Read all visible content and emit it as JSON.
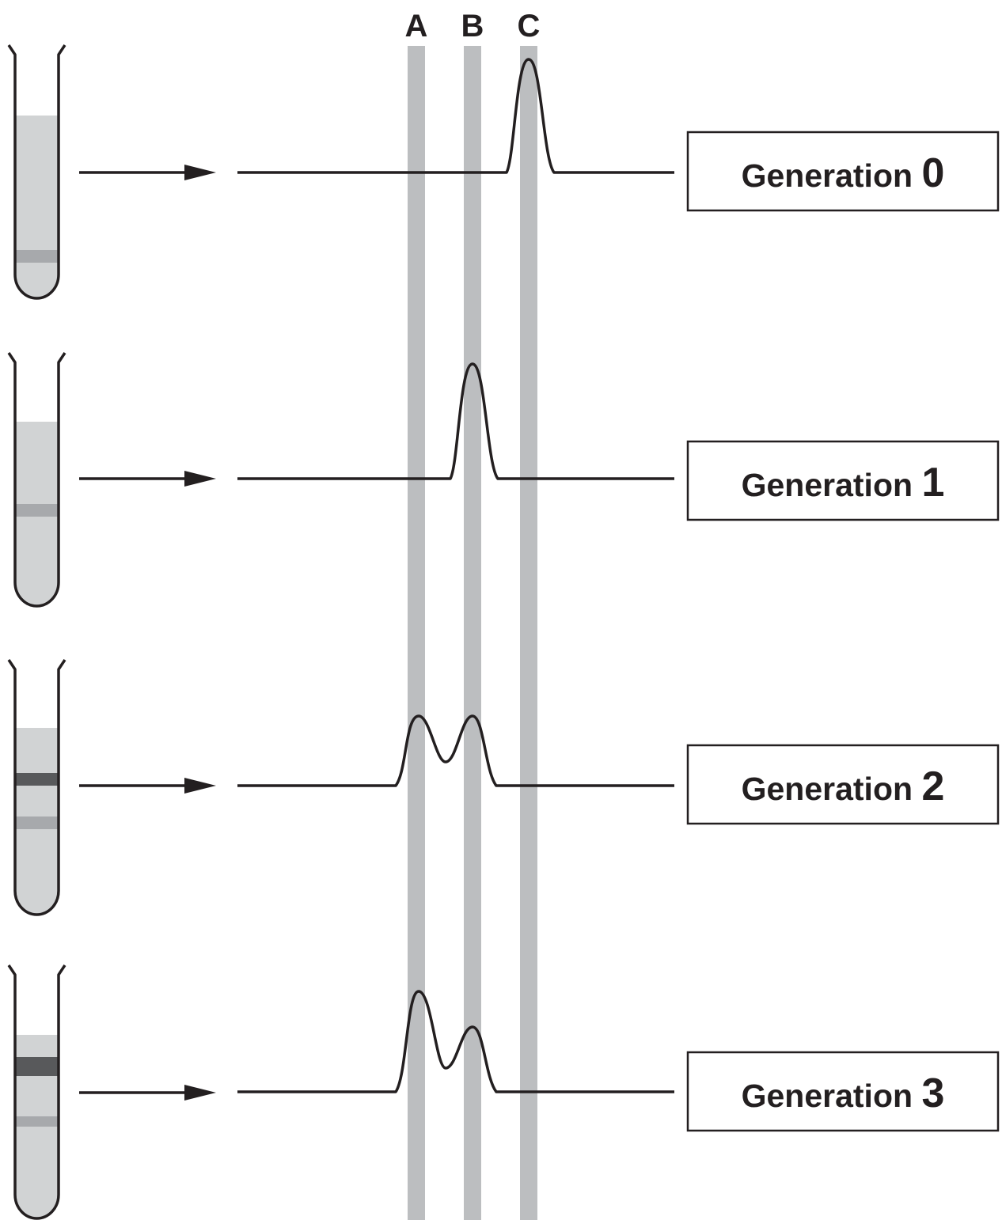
{
  "columns": [
    {
      "key": "A",
      "label": "A"
    },
    {
      "key": "B",
      "label": "B"
    },
    {
      "key": "C",
      "label": "C"
    }
  ],
  "rows": [
    {
      "word": "Generation",
      "number": "0"
    },
    {
      "word": "Generation",
      "number": "1"
    },
    {
      "word": "Generation",
      "number": "2"
    },
    {
      "word": "Generation",
      "number": "3"
    }
  ],
  "colors": {
    "line": "#231f20",
    "column_band": "#bcbec0",
    "tube_fill": "#d1d3d4",
    "band_light": "#a7a9ac",
    "band_dark": "#58595b"
  }
}
